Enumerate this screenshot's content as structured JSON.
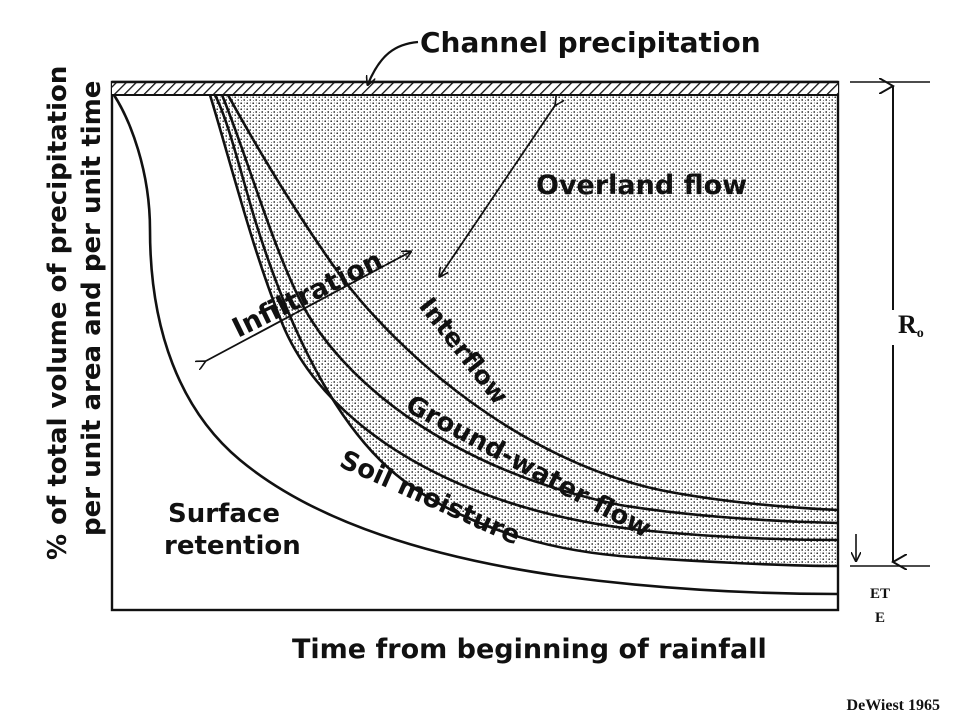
{
  "diagram": {
    "labels": {
      "channel_precipitation": "Channel precipitation",
      "overland_flow": "Overland flow",
      "interflow": "Interflow",
      "infiltration": "Infiltration",
      "groundwater_flow": "Ground-water flow",
      "soil_moisture": "Soil moisture",
      "surface_retention_1": "Surface",
      "surface_retention_2": "retention",
      "y_axis_line1": "% of total volume of precipitation",
      "y_axis_line2": "per unit area and per unit time",
      "x_axis": "Time from beginning of rainfall",
      "ro_main": "R",
      "ro_sub": "o",
      "et_line1": "ET",
      "et_line2": "E",
      "credit": "DeWiest 1965"
    },
    "colors": {
      "ink": "#111111",
      "paper": "#ffffff"
    }
  }
}
